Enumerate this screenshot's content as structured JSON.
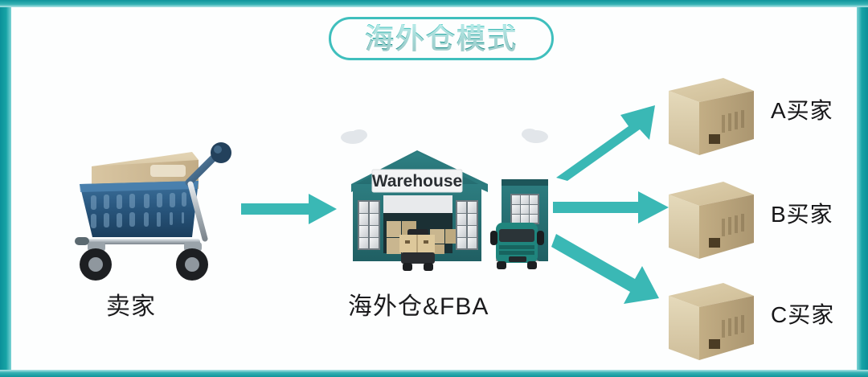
{
  "title": {
    "text": "海外仓模式",
    "accent_color": "#1fa6a0",
    "pill_border_color": "#3fbfbd"
  },
  "frame": {
    "color": "#0f949b",
    "highlight_color": "#7fd4d6"
  },
  "nodes": {
    "seller": {
      "caption": "卖家",
      "icon": "shopping-cart-with-box-icon",
      "cart_color": "#2a5d86",
      "box_color": "#d8c6a3"
    },
    "warehouse": {
      "caption": "海外仓&FBA",
      "sign_text": "Warehouse",
      "building_color": "#2a7a7d",
      "icon": "warehouse-building-icon",
      "truck_color": "#21857e",
      "clouds": 2
    },
    "buyers": [
      {
        "id": "a",
        "label": "A买家",
        "icon": "cardboard-box-icon",
        "box_color": "#d6c4a1"
      },
      {
        "id": "b",
        "label": "B买家",
        "icon": "cardboard-box-icon",
        "box_color": "#d6c4a1"
      },
      {
        "id": "c",
        "label": "C买家",
        "icon": "cardboard-box-icon",
        "box_color": "#d6c4a1"
      }
    ]
  },
  "arrows": {
    "color": "#3ab8b5",
    "items": [
      {
        "id": "main",
        "from": "seller",
        "to": "warehouse",
        "direction": "right"
      },
      {
        "id": "up",
        "from": "warehouse",
        "to": "buyer-a",
        "direction": "up-right"
      },
      {
        "id": "mid",
        "from": "warehouse",
        "to": "buyer-b",
        "direction": "right"
      },
      {
        "id": "down",
        "from": "warehouse",
        "to": "buyer-c",
        "direction": "down-right"
      }
    ]
  }
}
